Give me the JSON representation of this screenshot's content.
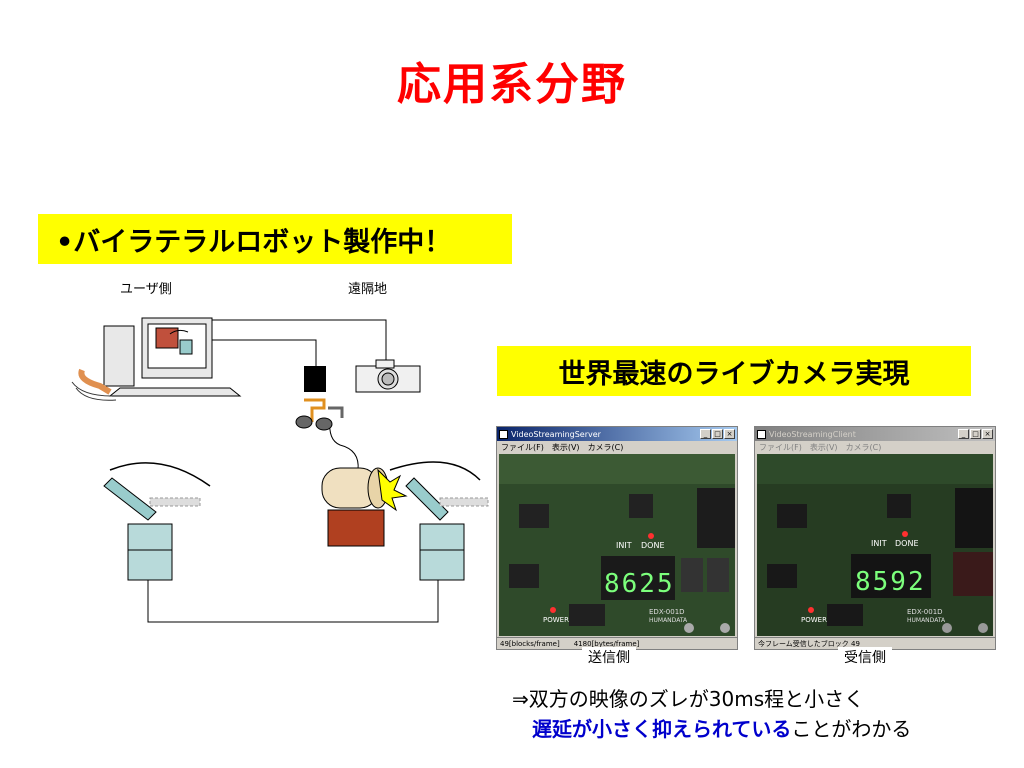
{
  "slide": {
    "title": "応用系分野",
    "bullet": "•バイラテラルロボット製作中！",
    "highlight": "世界最速のライブカメラ実現"
  },
  "diagram": {
    "user_side_label": "ユーザ側",
    "remote_label": "遠隔地"
  },
  "sender_window": {
    "title": "VideoStreamingServer",
    "menu": [
      "ファイル(F)",
      "表示(V)",
      "カメラ(C)"
    ],
    "status_blocks": "49[blocks/frame]",
    "status_bytes": "4180[bytes/frame]",
    "display_digits": "8625",
    "caption": "送信側"
  },
  "receiver_window": {
    "title": "VideoStreamingClient",
    "menu": [
      "ファイル(F)",
      "表示(V)",
      "カメラ(C)"
    ],
    "status": "今フレーム受信したブロック 49",
    "display_digits": "8592",
    "caption": "受信側"
  },
  "board": {
    "init": "INIT",
    "done": "DONE",
    "power": "POWER",
    "model": "EDX-001D",
    "maker": "HUMANDATA"
  },
  "conclusion": {
    "line1": "⇒双方の映像のズレが30ms程と小さく",
    "line2_highlight": "遅延が小さく抑えられている",
    "line2_rest": "ことがわかる"
  },
  "colors": {
    "title": "#ff0000",
    "box_bg": "#ffff00",
    "highlight_text": "#0000cc"
  }
}
